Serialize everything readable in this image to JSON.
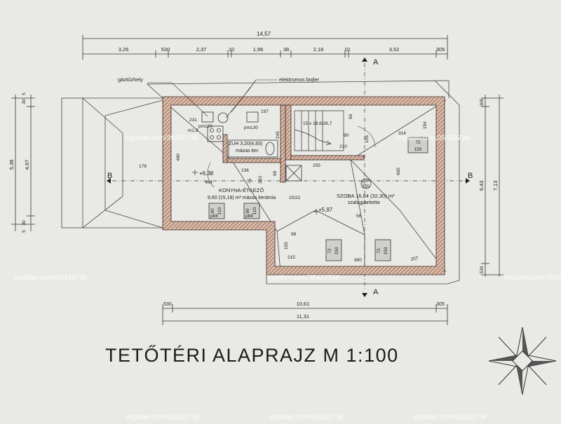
{
  "title": "TETŐTÉRI  ALAPRAJZ  M 1:100",
  "dimensions": {
    "top_total": "14,57",
    "top_chain": [
      "3,26",
      "530",
      "2,37",
      "10",
      "1,96",
      "38",
      "2,18",
      "10",
      "3,52",
      "305"
    ],
    "bottom_chain": [
      "530",
      "10,61",
      "305"
    ],
    "bottom_total": "11,31",
    "left_outer": "5,38",
    "left_inner": "4,67",
    "left_small": [
      "30",
      "5",
      "30",
      "5"
    ],
    "right_outer": "7,13",
    "right_inner": "6,43",
    "right_small": [
      "305",
      "530"
    ]
  },
  "section_marks": [
    "A",
    "A",
    "B",
    "B"
  ],
  "callouts": [
    "gáztűzhely",
    "elektromos bojler"
  ],
  "rooms": {
    "zuh_name": "ZUH 3,20(4,83)",
    "zuh_floor": "mázas ker.",
    "kitchen_name": "KONYHA-ÉTKEZŐ",
    "kitchen_area": "9,60 (15,18) m² mázas kerámia",
    "room_name": "SZOBA 16,84 (32,30) m²",
    "room_floor": "szalagparketta"
  },
  "labels": [
    "231",
    "pm120",
    "m1,9",
    "pm130",
    "197",
    "15 x 18,6/26,7",
    "90",
    "210",
    "96",
    "126",
    "314",
    "154",
    "480",
    "245",
    "178",
    "+6,38",
    "236",
    "255",
    "464",
    "75",
    "210",
    "69",
    "20/22",
    "pm",
    "335",
    "665",
    "+5,97",
    "56",
    "98",
    "155",
    "215",
    "980",
    "207",
    "p84",
    "p84"
  ],
  "windows": [
    [
      "72",
      "150"
    ],
    [
      "72",
      "150"
    ],
    [
      "72",
      "150"
    ],
    [
      "90",
      "110"
    ],
    [
      "90",
      "110"
    ]
  ],
  "watermarks": [
    "ingatlan.com/35433738",
    "ingatlan.com/35433738",
    "ingatlan.com/35433738",
    "ingatlan.com/35433738",
    "ingatlan.com/35433738",
    "ingatlan.com/35433738",
    "ingatlan.com/35433738",
    "ingatlan.com/35433738"
  ]
}
